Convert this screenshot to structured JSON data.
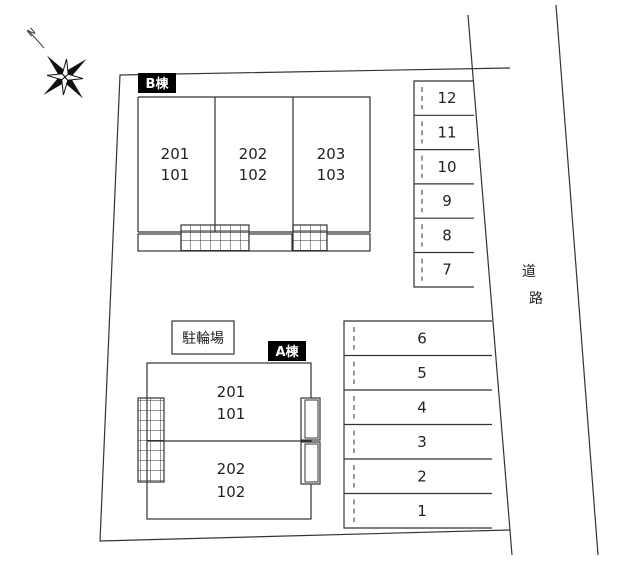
{
  "compass": {
    "north_label": "N",
    "icon": "compass-rose-icon"
  },
  "building_b": {
    "tag": "B棟",
    "units": [
      {
        "upper": "201",
        "lower": "101"
      },
      {
        "upper": "202",
        "lower": "102"
      },
      {
        "upper": "203",
        "lower": "103"
      }
    ]
  },
  "building_a": {
    "tag": "A棟",
    "units": [
      {
        "upper": "201",
        "lower": "101"
      },
      {
        "upper": "202",
        "lower": "102"
      }
    ]
  },
  "bicycle_parking": "駐輪場",
  "road": {
    "char1": "道",
    "char2": "路"
  },
  "parking_right": [
    "12",
    "11",
    "10",
    "9",
    "8",
    "7"
  ],
  "parking_bottom": [
    "6",
    "5",
    "4",
    "3",
    "2",
    "1"
  ]
}
